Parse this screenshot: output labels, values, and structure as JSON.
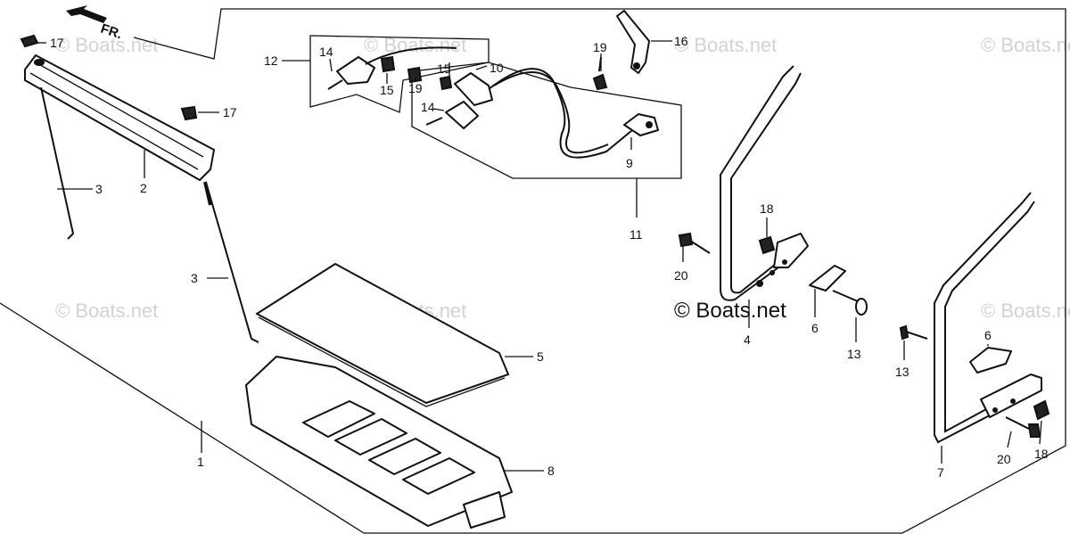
{
  "watermark_text": "© Boats.net",
  "copyright_text": "© Boats.net",
  "front_arrow_label": "FR.",
  "callouts": {
    "c1": "1",
    "c2": "2",
    "c3a": "3",
    "c3b": "3",
    "c4": "4",
    "c5": "5",
    "c6a": "6",
    "c6b": "6",
    "c7": "7",
    "c8": "8",
    "c9": "9",
    "c10": "10",
    "c11": "11",
    "c12": "12",
    "c13a": "13",
    "c13b": "13",
    "c14a": "14",
    "c14b": "14",
    "c15a": "15",
    "c15b": "15",
    "c16": "16",
    "c17a": "17",
    "c17b": "17",
    "c18a": "18",
    "c18b": "18",
    "c19a": "19",
    "c19b": "19",
    "c20a": "20",
    "c20b": "20"
  }
}
